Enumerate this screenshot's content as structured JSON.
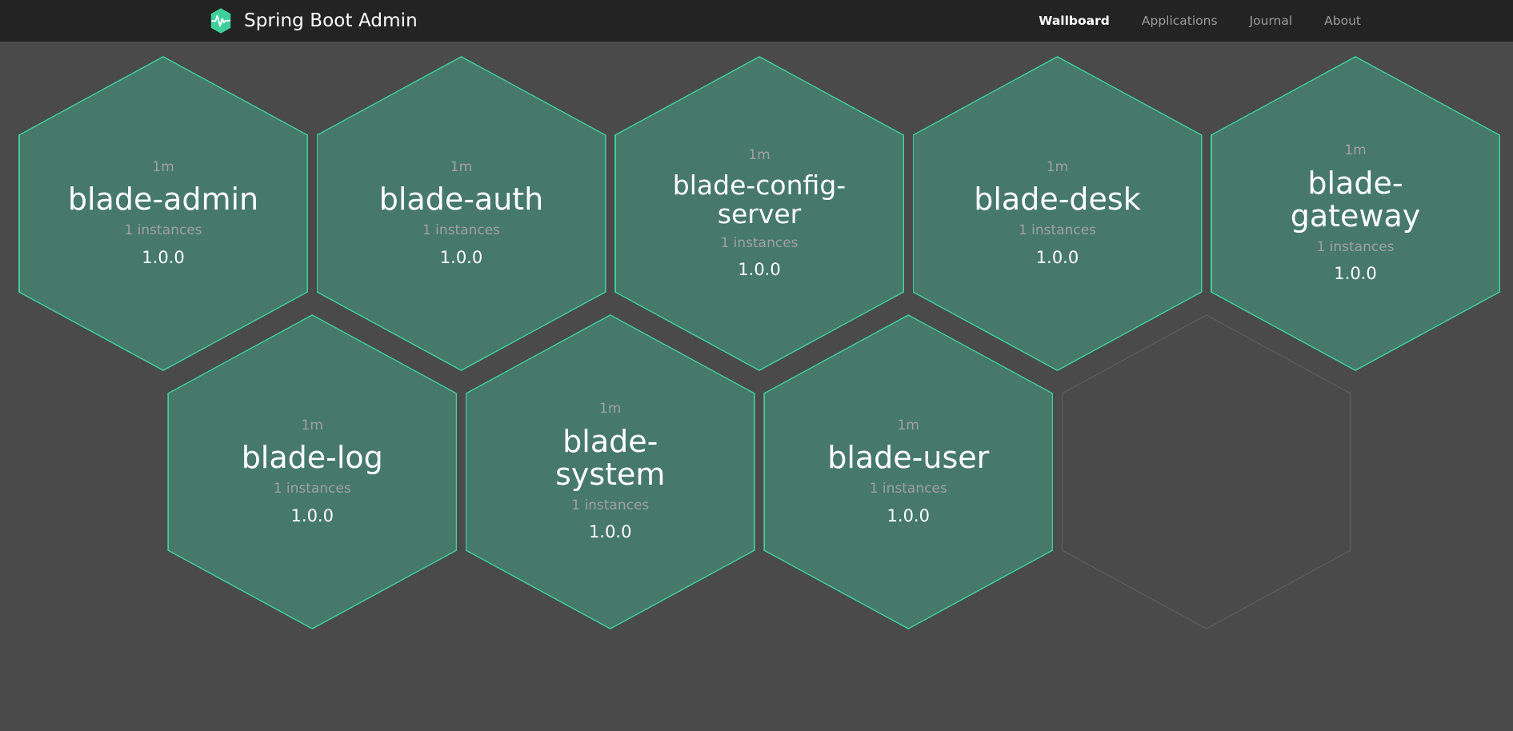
{
  "header": {
    "brand": {
      "title": "Spring Boot Admin",
      "logo_icon": "heartbeat-hexagon-logo"
    },
    "nav": [
      {
        "label": "Wallboard",
        "active": true
      },
      {
        "label": "Applications",
        "active": false
      },
      {
        "label": "Journal",
        "active": false
      },
      {
        "label": "About",
        "active": false
      }
    ]
  },
  "colors": {
    "header_bg": "#232323",
    "page_bg": "#4a4a4a",
    "hex_fill": "#46796a",
    "hex_border": "#3fcf9b",
    "empty_hex_border": "#5a5a5a",
    "accent_green": "#3fcf9b",
    "text_primary": "#ffffff",
    "text_muted": "#a0a0a0"
  },
  "wallboard": {
    "applications": [
      {
        "uptime": "1m",
        "name": "blade-admin",
        "instances": "1 instances",
        "version": "1.0.0",
        "status": "UP",
        "long_name": false
      },
      {
        "uptime": "1m",
        "name": "blade-auth",
        "instances": "1 instances",
        "version": "1.0.0",
        "status": "UP",
        "long_name": false
      },
      {
        "uptime": "1m",
        "name": "blade-config-server",
        "instances": "1 instances",
        "version": "1.0.0",
        "status": "UP",
        "long_name": true
      },
      {
        "uptime": "1m",
        "name": "blade-desk",
        "instances": "1 instances",
        "version": "1.0.0",
        "status": "UP",
        "long_name": false
      },
      {
        "uptime": "1m",
        "name": "blade-gateway",
        "instances": "1 instances",
        "version": "1.0.0",
        "status": "UP",
        "long_name": false
      },
      {
        "uptime": "1m",
        "name": "blade-log",
        "instances": "1 instances",
        "version": "1.0.0",
        "status": "UP",
        "long_name": false
      },
      {
        "uptime": "1m",
        "name": "blade-system",
        "instances": "1 instances",
        "version": "1.0.0",
        "status": "UP",
        "long_name": false
      },
      {
        "uptime": "1m",
        "name": "blade-user",
        "instances": "1 instances",
        "version": "1.0.0",
        "status": "UP",
        "long_name": false
      }
    ],
    "empty_slots": 1
  }
}
